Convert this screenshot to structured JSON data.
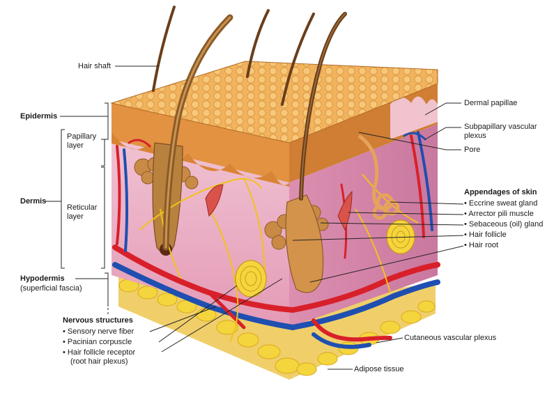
{
  "labels": {
    "hair_shaft": "Hair shaft",
    "epidermis": "Epidermis",
    "papillary_layer_1": "Papillary",
    "papillary_layer_2": "layer",
    "dermis": "Dermis",
    "reticular_layer_1": "Reticular",
    "reticular_layer_2": "layer",
    "hypodermis": "Hypodermis",
    "superficial_fascia": "(superficial fascia)",
    "dermal_papillae": "Dermal papillae",
    "subpapillary_1": "Subpapillary vascular",
    "subpapillary_2": "plexus",
    "pore": "Pore",
    "cutaneous_vascular_plexus": "Cutaneous vascular plexus",
    "adipose_tissue": "Adipose tissue"
  },
  "appendages": {
    "heading": "Appendages of skin",
    "items": [
      "• Eccrine sweat gland",
      "• Arrector pili muscle",
      "• Sebaceous (oil) gland",
      "• Hair follicle",
      "• Hair root"
    ]
  },
  "nervous": {
    "heading": "Nervous structures",
    "items": [
      "• Sensory nerve fiber",
      "• Pacinian corpuscle",
      "• Hair follicle receptor",
      "(root hair plexus)"
    ]
  },
  "colors": {
    "epidermis": "#e6a04a",
    "dermis": "#eab1c6",
    "artery": "#d8202a",
    "vein": "#1f4fb0",
    "nerve": "#f2c21a",
    "fat": "#f3cf3a",
    "hair": "#7a4a22"
  }
}
